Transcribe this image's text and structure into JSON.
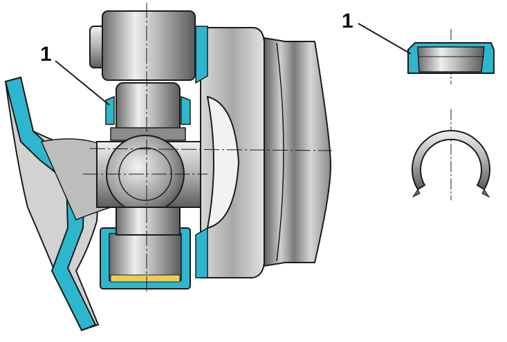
{
  "callouts": [
    {
      "label": "1"
    },
    {
      "label": "1"
    }
  ],
  "colors": {
    "background": "#ffffff",
    "seal": "#2fb6cf",
    "steel_light": "#e4e4e4",
    "steel_mid": "#a9a9a9",
    "steel_dark": "#5e5e5e",
    "outline": "#1a1a1a"
  },
  "icons": [
    "universal-joint-cross",
    "needle-bearing-cup",
    "lock-ring"
  ]
}
